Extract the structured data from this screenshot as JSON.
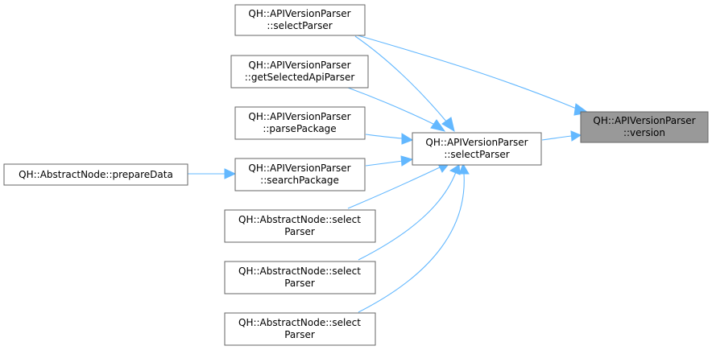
{
  "diagram": {
    "nodes": {
      "version": [
        "QH::APIVersionParser",
        "::version"
      ],
      "select_parser": [
        "QH::APIVersionParser",
        "::selectParser"
      ],
      "select_parser_top": [
        "QH::APIVersionParser",
        "::selectParser"
      ],
      "get_selected": [
        "QH::APIVersionParser",
        "::getSelectedApiParser"
      ],
      "parse_package": [
        "QH::APIVersionParser",
        "::parsePackage"
      ],
      "search_package": [
        "QH::APIVersionParser",
        "::searchPackage"
      ],
      "prepare_data": [
        "QH::AbstractNode::prepareData"
      ],
      "an_select_1": [
        "QH::AbstractNode::select",
        "Parser"
      ],
      "an_select_2": [
        "QH::AbstractNode::select",
        "Parser"
      ],
      "an_select_3": [
        "QH::AbstractNode::select",
        "Parser"
      ]
    },
    "colors": {
      "edge": "#63b8ff",
      "node_border": "#666666",
      "focus_fill": "#999999",
      "node_fill": "#ffffff"
    }
  }
}
